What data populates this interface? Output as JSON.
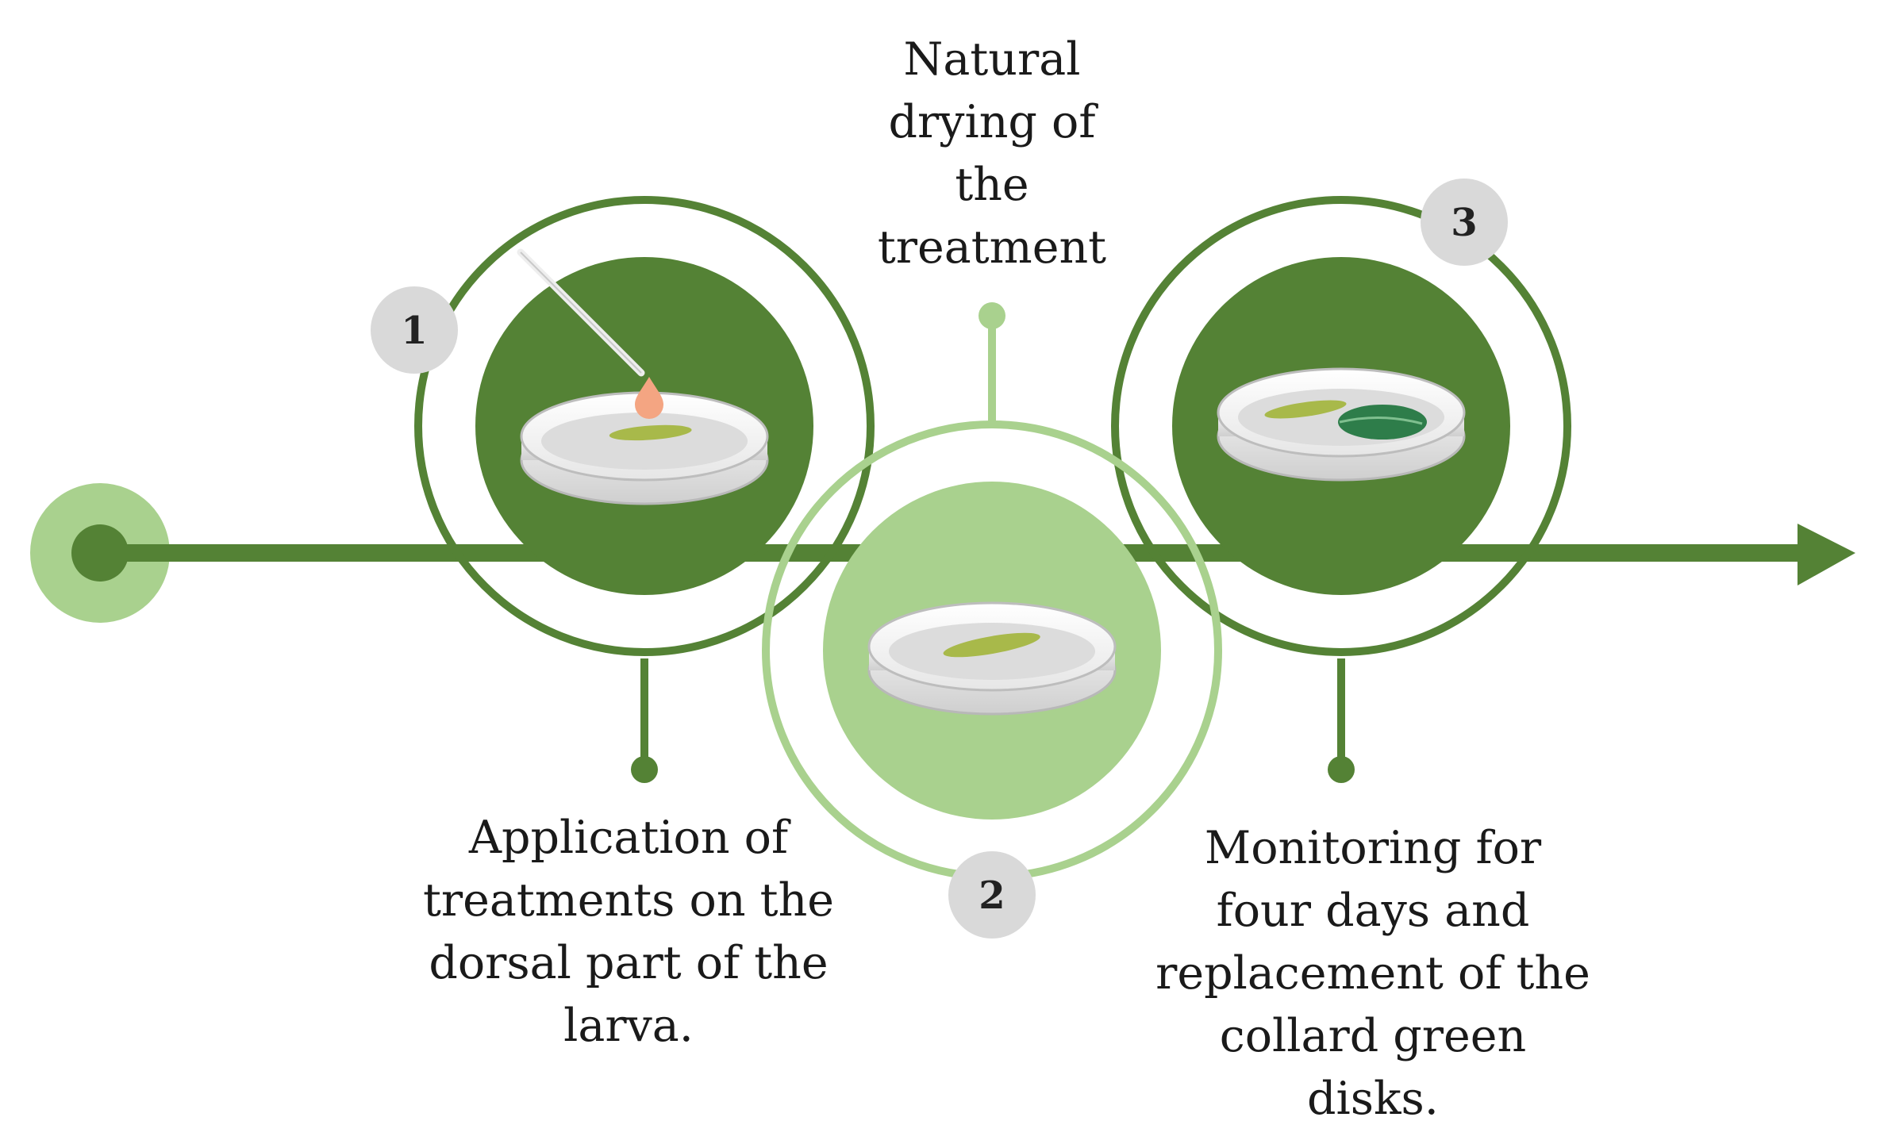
{
  "colors": {
    "dark_green": "#548235",
    "light_green": "#a9d18e",
    "badge_gray": "#d9d9d9",
    "text": "#1a1a1a",
    "drop": "#f4a582",
    "larva": "#a8b94a",
    "leaf": "#2e7d4a"
  },
  "steps": [
    {
      "number": "1",
      "lines": [
        "Application of",
        "treatments on the",
        "dorsal part of the",
        "larva."
      ]
    },
    {
      "number": "2",
      "lines": [
        "Natural",
        "drying of",
        "the",
        "treatment"
      ]
    },
    {
      "number": "3",
      "lines": [
        "Monitoring for",
        "four days and",
        "replacement of the",
        "collard green",
        "disks."
      ]
    }
  ],
  "icons": [
    "timeline-start-icon",
    "arrow-head-icon",
    "petri-dish-icon",
    "pipette-icon",
    "drop-icon",
    "larva-icon",
    "leaf-disk-icon"
  ]
}
